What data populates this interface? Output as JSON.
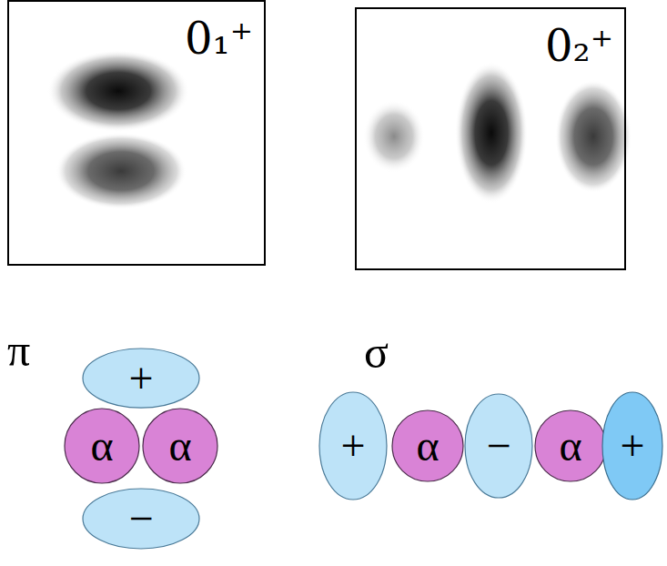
{
  "diagram": {
    "nodes": [
      {
        "text": [
          "0₁⁺"
        ]
      },
      {
        "text": [
          "0₂⁺"
        ]
      },
      {
        "text": [
          "+"
        ]
      },
      {
        "text": [
          "α"
        ]
      },
      {
        "text": [
          "α"
        ]
      },
      {
        "text": [
          "−"
        ]
      },
      {
        "text": [
          "+"
        ]
      },
      {
        "text": [
          "α"
        ]
      },
      {
        "text": [
          "−"
        ]
      },
      {
        "text": [
          "α"
        ]
      },
      {
        "text": [
          "+"
        ]
      }
    ],
    "labels": [
      "π",
      "σ"
    ]
  }
}
